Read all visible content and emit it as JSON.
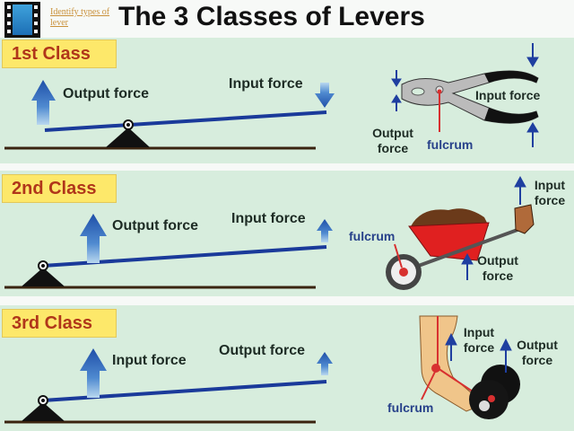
{
  "header": {
    "icon": "film-strip-icon",
    "caption": "Identify types of lever",
    "title": "The 3 Classes of Levers"
  },
  "colors": {
    "panel_bg": "#d7eddd",
    "badge_bg": "#fde86a",
    "badge_text": "#b0361a",
    "lever_bar": "#1a3a9a",
    "arrow_blue": "#1f4fa8",
    "fulcrum_red": "#d83030"
  },
  "panels": [
    {
      "label": "1st Class",
      "diagram": {
        "left_label": "Output force",
        "right_label": "Input force",
        "fulcrum_position": "middle"
      },
      "example": {
        "object": "pliers",
        "input_label": "Input force",
        "output_label": "Output force",
        "fulcrum_label": "fulcrum"
      }
    },
    {
      "label": "2nd Class",
      "diagram": {
        "left_label": "Output force",
        "right_label": "Input force",
        "fulcrum_position": "left end"
      },
      "example": {
        "object": "wheelbarrow",
        "input_label": "Input force",
        "output_label": "Output force",
        "fulcrum_label": "fulcrum"
      }
    },
    {
      "label": "3rd Class",
      "diagram": {
        "left_label": "Input force",
        "right_label": "Output force",
        "fulcrum_position": "left end"
      },
      "example": {
        "object": "arm with dumbbell",
        "input_label": "Input force",
        "output_label": "Output force",
        "fulcrum_label": "fulcrum"
      }
    }
  ]
}
